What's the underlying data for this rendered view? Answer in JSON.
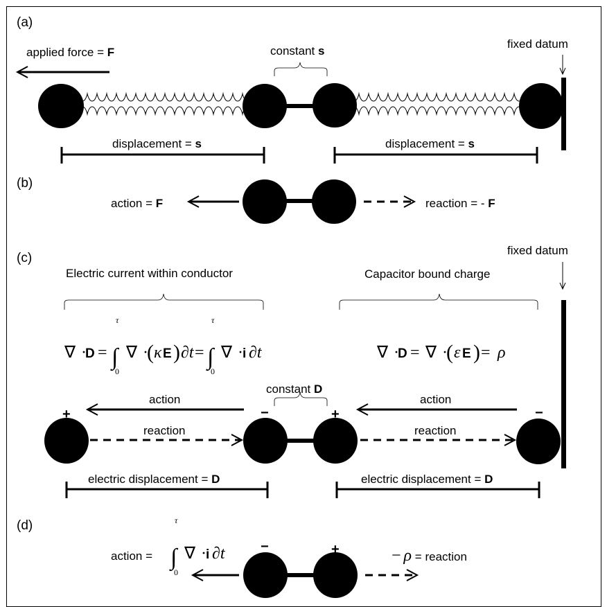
{
  "panel_a": {
    "label": "(a)",
    "applied_force_prefix": "applied force = ",
    "applied_force_symbol": "F",
    "constant_prefix": "constant ",
    "constant_symbol": "s",
    "fixed_datum": "fixed datum",
    "displacement_prefix": "displacement = ",
    "displacement_symbol": "s"
  },
  "panel_b": {
    "label": "(b)",
    "action_prefix": "action = ",
    "action_symbol": "F",
    "reaction_prefix": "reaction = - ",
    "reaction_symbol": "F"
  },
  "panel_c": {
    "label": "(c)",
    "fixed_datum": "fixed datum",
    "conductor_title": "Electric current within conductor",
    "capacitor_title": "Capacitor bound charge",
    "constant_prefix": "constant ",
    "constant_symbol": "D",
    "action": "action",
    "reaction": "reaction",
    "plus": "+",
    "minus": "−",
    "elec_disp_prefix": "electric displacement = ",
    "elec_disp_symbol": "D",
    "eq1": {
      "nabla": "∇",
      "dot": "·",
      "D": "D",
      "equals": "=",
      "integral": "∫",
      "upper": "τ",
      "lower": "0",
      "kappa": "κ",
      "E": "E",
      "partial_t": "∂t",
      "i": "i",
      "lparen": "(",
      "rparen": ")"
    },
    "eq2": {
      "epsilon": "ε",
      "rho": "ρ"
    }
  },
  "panel_d": {
    "label": "(d)",
    "action_prefix": "action = ",
    "minus": "−",
    "plus": "+",
    "neg_rho_sign": "−",
    "rho": "ρ",
    "reaction_suffix": " = reaction"
  }
}
